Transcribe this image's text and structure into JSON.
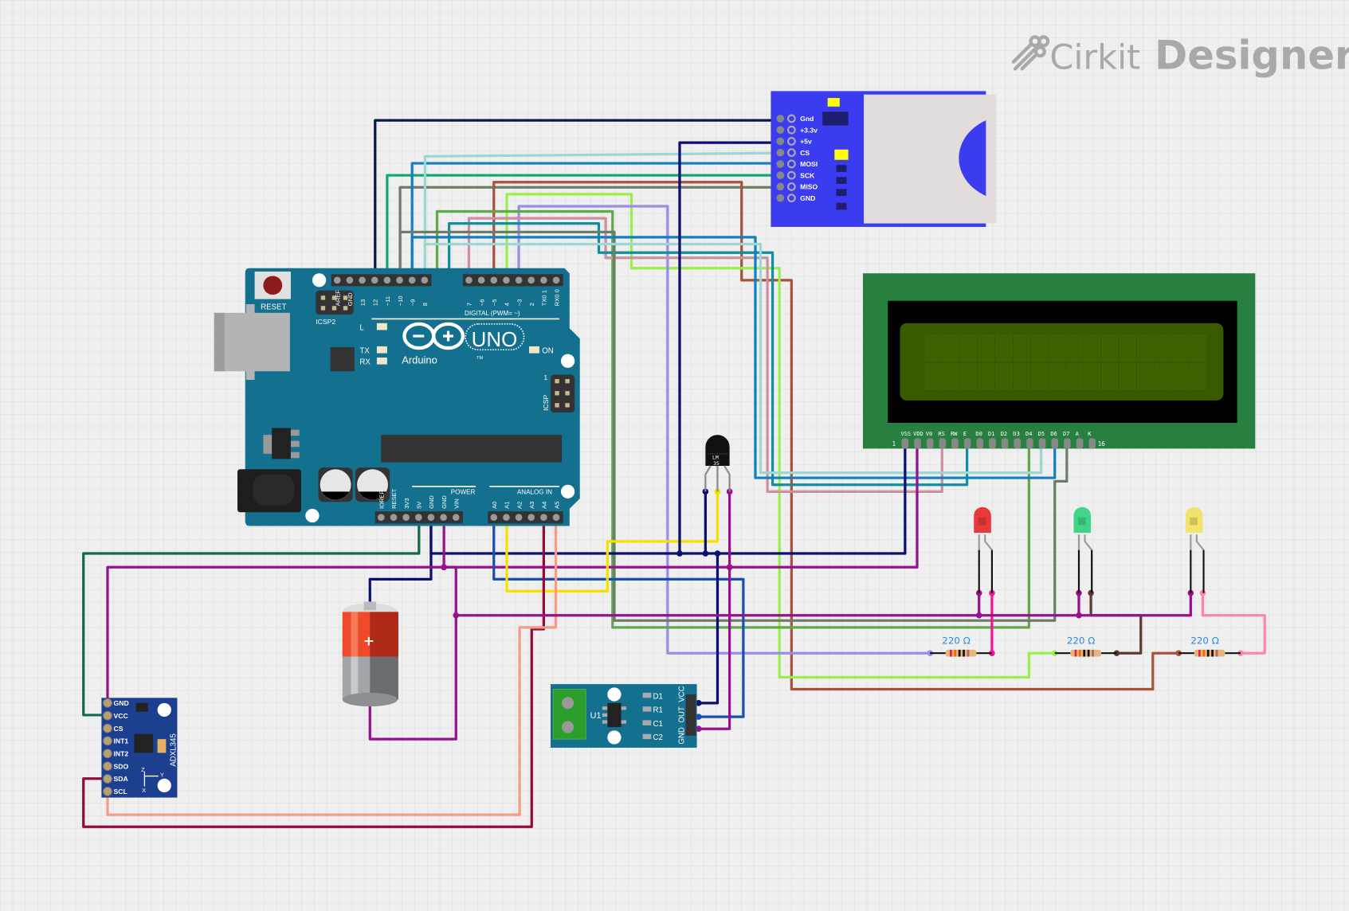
{
  "app": {
    "brand_part1": "Cirkit",
    "brand_part2": "Designer",
    "canvas_background": "#efefef",
    "grid_color": "#dcdcdc"
  },
  "components": {
    "arduino": {
      "name": "Arduino UNO",
      "logo_text": "UNO",
      "brand_text": "Arduino",
      "tm": "TM",
      "reset_label": "RESET",
      "icsp2_label": "ICSP2",
      "icsp_label": "ICSP",
      "icsp_pin1": "1",
      "led_labels": [
        "L",
        "TX",
        "RX",
        "ON"
      ],
      "digital_label": "DIGITAL (PWM= ~)",
      "power_label": "POWER",
      "analog_label": "ANALOG IN",
      "digital_pins": [
        "AREF",
        "GND",
        "13",
        "12",
        "~11",
        "~10",
        "~9",
        "8",
        "7",
        "~6",
        "~5",
        "4",
        "~3",
        "2",
        "TX0 1",
        "RX0 0"
      ],
      "power_pins": [
        "IOREF",
        "RESET",
        "3V3",
        "5V",
        "GND",
        "GND",
        "VIN"
      ],
      "analog_pins": [
        "A0",
        "A1",
        "A2",
        "A3",
        "A4",
        "A5"
      ],
      "board_color": "#13708f"
    },
    "sd_module": {
      "name": "SD Card Module",
      "pins": [
        "Gnd",
        "+3.3v",
        "+5v",
        "CS",
        "MOSI",
        "SCK",
        "MISO",
        "GND"
      ],
      "board_color": "#3b3bf0"
    },
    "lcd": {
      "name": "LCD 16x2",
      "pins": [
        "VSS",
        "VDD",
        "V0",
        "RS",
        "RW",
        "E",
        "D0",
        "D1",
        "D2",
        "D3",
        "D4",
        "D5",
        "D6",
        "D7",
        "A",
        "K"
      ],
      "pin_first": "1",
      "pin_last": "16",
      "board_color": "#27803f",
      "screen_color": "#3a5a00"
    },
    "lm35": {
      "name": "LM35",
      "label_line1": "LM",
      "label_line2": "35"
    },
    "adxl345": {
      "name": "ADXL345",
      "pins": [
        "GND",
        "VCC",
        "CS",
        "INT1",
        "INT2",
        "SDO",
        "SDA",
        "SCL"
      ],
      "axis_x": "X",
      "axis_y": "Y",
      "axis_z": "Z",
      "board_color": "#1c3f8f"
    },
    "current_sensor": {
      "name": "ACS712 Current Sensor",
      "chip_label": "U1",
      "smd_labels": [
        "D1",
        "R1",
        "C1",
        "C2"
      ],
      "pins": [
        "VCC",
        "OUT",
        "GND"
      ],
      "board_color": "#13708f"
    },
    "battery": {
      "name": "Battery",
      "symbol": "+"
    },
    "leds": [
      {
        "name": "LED Red",
        "color": "#e83a3a"
      },
      {
        "name": "LED Green",
        "color": "#3fd68a"
      },
      {
        "name": "LED Yellow",
        "color": "#f3e36b"
      }
    ],
    "resistors": [
      {
        "name": "Resistor 1",
        "value": "220",
        "unit": "Ω"
      },
      {
        "name": "Resistor 2",
        "value": "220",
        "unit": "Ω"
      },
      {
        "name": "Resistor 3",
        "value": "220",
        "unit": "Ω"
      }
    ]
  },
  "wires": [
    {
      "id": "gnd-sd",
      "color": "#071a4a",
      "from": "Arduino GND",
      "to": "SD Gnd"
    },
    {
      "id": "d13-sck",
      "color": "#12a67c",
      "from": "Arduino 13",
      "to": "SD SCK"
    },
    {
      "id": "d12-miso",
      "color": "#6d7d6a",
      "from": "Arduino 12",
      "to": "SD MISO"
    },
    {
      "id": "d11-mosi",
      "color": "#127fc0",
      "from": "Arduino 11",
      "to": "SD MOSI"
    },
    {
      "id": "d10-cs",
      "color": "#9dd6d3",
      "from": "Arduino 10",
      "to": "SD CS"
    },
    {
      "id": "d5-red",
      "color": "#a8523a",
      "from": "Arduino 5",
      "to": "Resistor 3"
    },
    {
      "id": "d4-green",
      "color": "#9aef4a",
      "from": "Arduino 4",
      "to": "Resistor 2"
    },
    {
      "id": "d3-purple",
      "color": "#9b8ce8",
      "from": "Arduino 3",
      "to": "Resistor 1"
    },
    {
      "id": "d9-d4",
      "color": "#60a84a",
      "from": "Arduino 9",
      "to": "LCD D4"
    },
    {
      "id": "d7-rs",
      "color": "#cc8fa0",
      "from": "Arduino 7",
      "to": "LCD RS"
    },
    {
      "id": "d8-e",
      "color": "#0f8fa0",
      "from": "Arduino 8",
      "to": "LCD E"
    },
    {
      "id": "d12b-d7",
      "color": "#6d7d6a",
      "from": "Arduino 12",
      "to": "LCD D7"
    },
    {
      "id": "d11b-d6",
      "color": "#127fc0",
      "from": "Arduino 11",
      "to": "LCD D6"
    },
    {
      "id": "d10b-d5",
      "color": "#9dd6d3",
      "from": "Arduino 10",
      "to": "LCD D5"
    },
    {
      "id": "5v-bus",
      "color": "#0b0f73",
      "from": "Arduino 5V",
      "to": "LCD VSS / SD +5v / LM35 / Sensor VCC"
    },
    {
      "id": "gnd-bus",
      "color": "#96108f",
      "from": "Arduino GND",
      "to": "LCD VDD / LEDs / ADXL GND"
    },
    {
      "id": "3v3-vcc",
      "color": "#0e6b46",
      "from": "Arduino 3V3",
      "to": "ADXL VCC"
    },
    {
      "id": "a0-out",
      "color": "#1451b0",
      "from": "Arduino A0",
      "to": "Sensor OUT"
    },
    {
      "id": "a1-lm35",
      "color": "#f6e000",
      "from": "Arduino A1",
      "to": "LM35 OUT"
    },
    {
      "id": "a4-sda",
      "color": "#930a3c",
      "from": "Arduino A4",
      "to": "ADXL SDA"
    },
    {
      "id": "a5-scl",
      "color": "#f99a82",
      "from": "Arduino A5",
      "to": "ADXL SCL"
    },
    {
      "id": "5v-bat",
      "color": "#0b0f73",
      "from": "Arduino 5V",
      "to": "Battery +"
    },
    {
      "id": "gnd-bat",
      "color": "#96108f",
      "from": "Battery -",
      "to": "Arduino GND"
    },
    {
      "id": "red-res",
      "color": "#f5109a",
      "from": "LED Red anode",
      "to": "Resistor 1"
    },
    {
      "id": "green-res",
      "color": "#5e3a35",
      "from": "LED Green anode",
      "to": "Resistor 2"
    },
    {
      "id": "yellow-res",
      "color": "#ff84a6",
      "from": "LED Yellow anode",
      "to": "Resistor 3"
    }
  ]
}
